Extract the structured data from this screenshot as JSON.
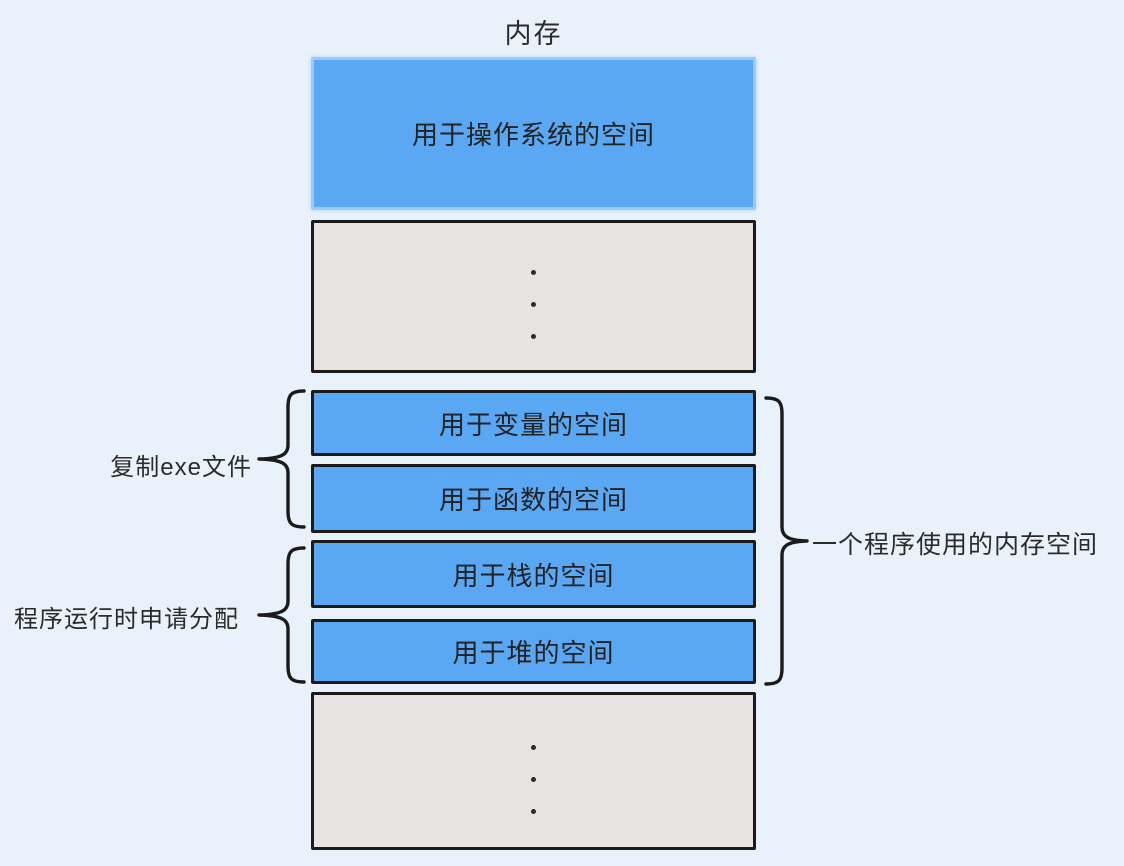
{
  "title": "内存",
  "colors": {
    "background": "#e9f1fa",
    "segment_blue": "#5aa7f3",
    "segment_gray": "#e6e3e2",
    "border_dark": "#1b1b1b",
    "os_box_border": "#9ccaf8",
    "text": "#2b2b2b"
  },
  "memory": {
    "os_segment": {
      "label": "用于操作系统的空间"
    },
    "program_segments": [
      {
        "id": "variables",
        "label": "用于变量的空间"
      },
      {
        "id": "functions",
        "label": "用于函数的空间"
      },
      {
        "id": "stack",
        "label": "用于栈的空间"
      },
      {
        "id": "heap",
        "label": "用于堆的空间"
      }
    ]
  },
  "annotations": {
    "copy_exe": {
      "label": "复制exe文件"
    },
    "runtime_alloc": {
      "label": "程序运行时申请分配"
    },
    "program_memory": {
      "label": "一个程序使用的内存空间"
    }
  }
}
